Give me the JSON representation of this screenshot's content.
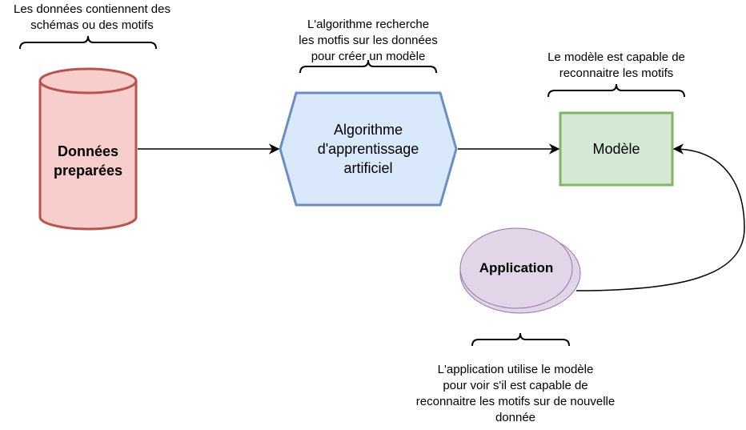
{
  "colors": {
    "data_fill": "#f8cecc",
    "data_stroke": "#b85450",
    "algo_fill": "#dae8fc",
    "algo_stroke": "#6c8ebf",
    "model_fill": "#d5e8d4",
    "model_stroke": "#82b366",
    "app_fill": "#e1d5e7",
    "app_stroke": "#9673a6"
  },
  "nodes": {
    "data": {
      "shape": "cylinder",
      "lines": [
        "Données",
        "preparées"
      ]
    },
    "algorithm": {
      "shape": "hexagon",
      "lines": [
        "Algorithme",
        "d'apprentissage",
        "artificiel"
      ]
    },
    "model": {
      "shape": "rectangle",
      "label": "Modèle"
    },
    "application": {
      "shape": "ellipse",
      "label": "Application"
    }
  },
  "annotations": {
    "data_note": [
      "Les données contiennent des",
      "schémas ou des motifs"
    ],
    "algo_note": [
      "L'algorithme recherche",
      "les motfis sur les données",
      "pour créer un modèle"
    ],
    "model_note": [
      "Le modèle est capable de",
      "reconnaitre les motifs"
    ],
    "app_note": [
      "L'application utilise le modèle",
      "pour voir s'il est capable de",
      "reconnaitre les motifs sur de nouvelle",
      "donnée"
    ]
  }
}
